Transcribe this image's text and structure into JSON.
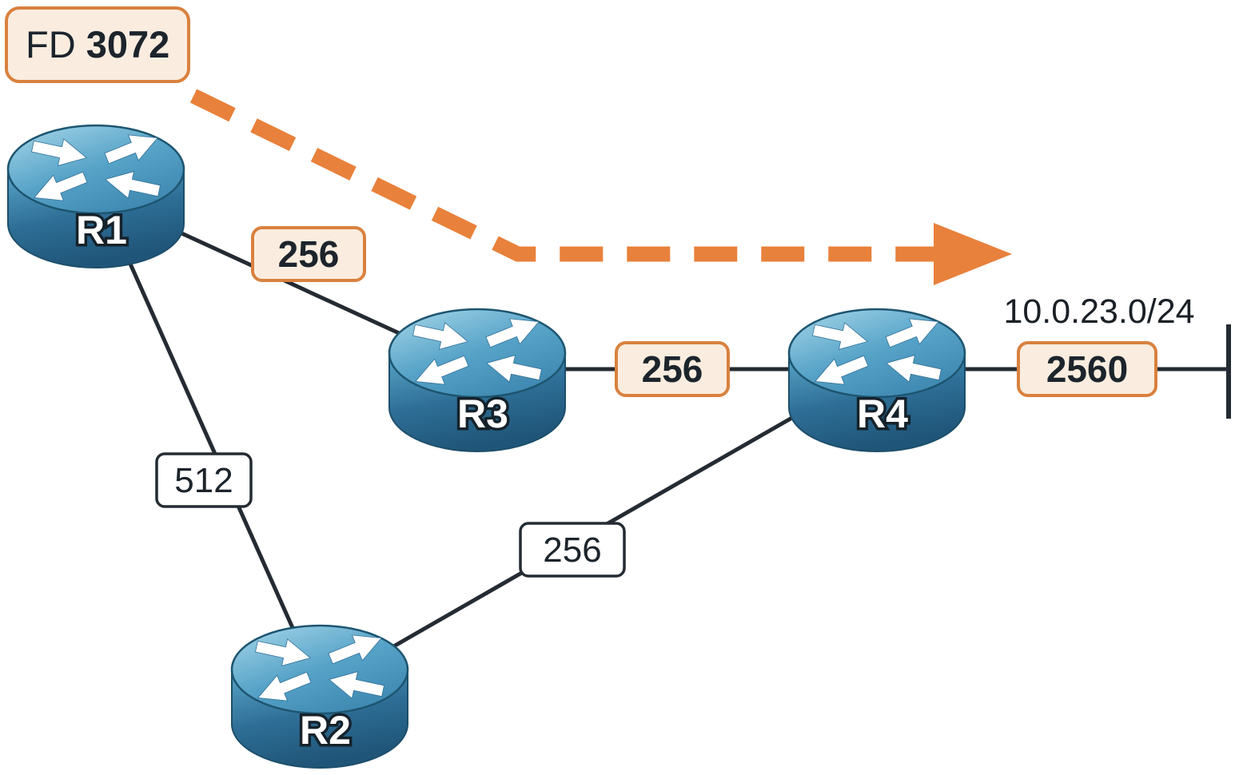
{
  "diagram": {
    "fd_badge": {
      "prefix": "FD ",
      "value": "3072"
    },
    "network": {
      "label": "10.0.23.0/24"
    },
    "routers": {
      "r1": "R1",
      "r2": "R2",
      "r3": "R3",
      "r4": "R4"
    },
    "metrics": {
      "r1_r3": "256",
      "r3_r4": "256",
      "r4_network": "2560",
      "r1_r2": "512",
      "r2_r4": "256"
    },
    "colors": {
      "accent_orange": "#e8813b",
      "metric_fill": "#faeddf",
      "metric_border": "#d9813e",
      "link_dark": "#242b33",
      "router_blue": "#3d85ae",
      "text_dark": "#1c242c"
    }
  }
}
